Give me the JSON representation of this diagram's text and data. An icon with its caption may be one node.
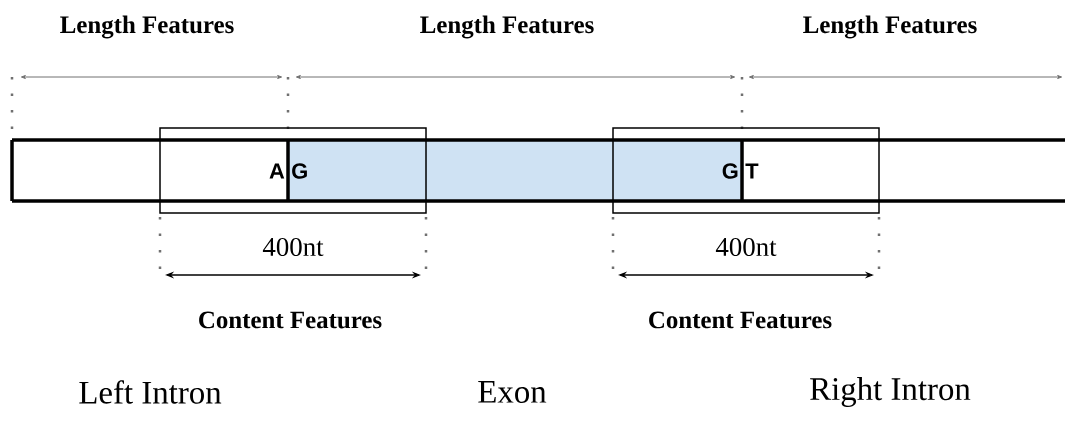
{
  "diagram": {
    "nodes": [
      {
        "text": [
          "A"
        ]
      },
      {
        "text": [
          "G",
          "G"
        ]
      },
      {
        "text": [
          "T"
        ]
      }
    ],
    "labels": [
      "Length Features",
      "Length Features",
      "Length Features",
      "400nt",
      "400nt",
      "Content Features",
      "Content Features",
      "Left Intron",
      "Exon",
      "Right Intron"
    ]
  }
}
